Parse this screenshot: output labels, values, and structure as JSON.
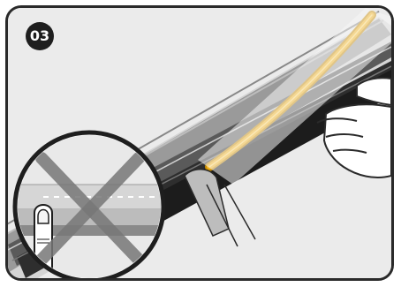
{
  "step": {
    "number": "03"
  },
  "icons": {
    "rail": "aluminium-profile-rail",
    "strip": "led-strip",
    "hand": "hand-pressing-icon",
    "magnifier": "magnifier-callout",
    "cross": "cross-mark-icon",
    "finger": "finger-icon"
  },
  "colors": {
    "background": "#ebebeb",
    "frame": "#2a2a2a",
    "strip": "#f2b11a",
    "strip_edge": "#c58a00",
    "cross": "#777777",
    "rail_dark": "#3a3a3a",
    "rail_light": "#c9c9c9"
  }
}
